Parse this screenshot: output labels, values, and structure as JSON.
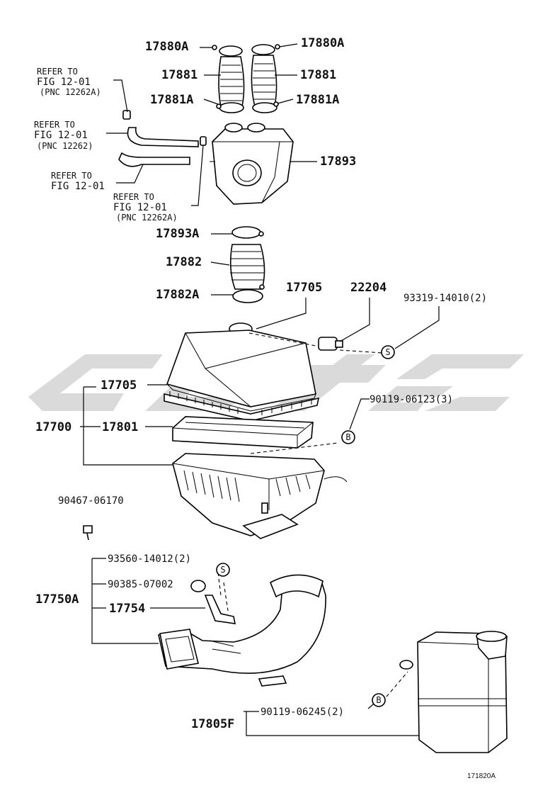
{
  "labels": {
    "p17880a_l": "17880A",
    "p17880a_r": "17880A",
    "p17881_l": "17881",
    "p17881_r": "17881",
    "p17881a_l": "17881A",
    "p17881a_r": "17881A",
    "p17893": "17893",
    "p17893a": "17893A",
    "p17882": "17882",
    "p17882a": "17882A",
    "p17705_top": "17705",
    "p22204": "22204",
    "p93319": "93319-14010(2)",
    "p17705_left": "17705",
    "p90119_a": "90119-06123(3)",
    "p17700": "17700",
    "p17801": "17801",
    "p90467": "90467-06170",
    "p93560": "93560-14012(2)",
    "p90385": "90385-07002",
    "p17750a": "17750A",
    "p17754": "17754",
    "p90119_b": "90119-06245(2)",
    "p17805": "17805F",
    "figure_code": "171820A"
  },
  "refs": {
    "r1": {
      "l1": "REFER TO",
      "l2": "FIG 12-01",
      "l3": "(PNC 12262A)"
    },
    "r2": {
      "l1": "REFER TO",
      "l2": "FIG 12-01",
      "l3": "(PNC 12262)"
    },
    "r3": {
      "l1": "REFER TO",
      "l2": "FIG 12-01"
    },
    "r4": {
      "l1": "REFER TO",
      "l2": "FIG 12-01",
      "l3": "(PNC 12262A)"
    }
  },
  "markers": {
    "s1": "S",
    "s2": "S",
    "b1": "B",
    "b2": "B"
  },
  "colors": {
    "ink": "#111111",
    "watermark": "#d4d4d4"
  }
}
